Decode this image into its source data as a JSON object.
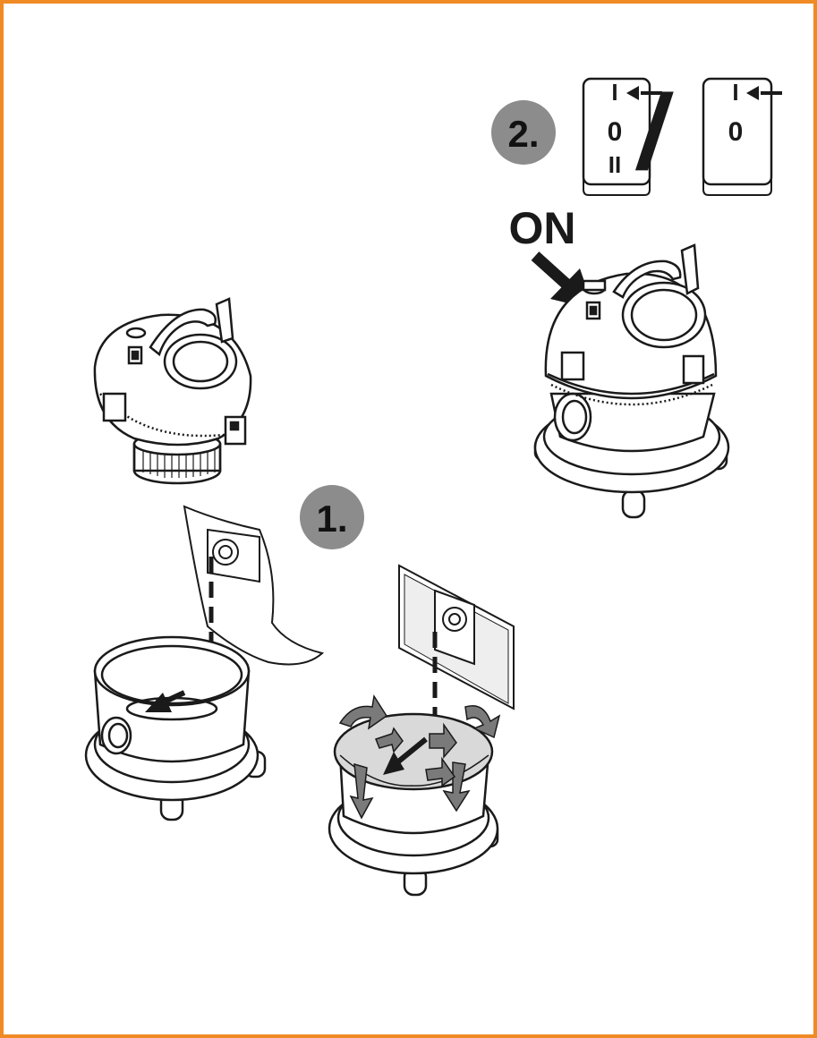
{
  "colors": {
    "border": "#f08a24",
    "step_badge": "#8c8c8c",
    "ink": "#1a1a1a",
    "grey_arrow": "#7a7a7a",
    "bag_fill": "#d9d9d9"
  },
  "step1": {
    "label": "1."
  },
  "step2": {
    "label": "2."
  },
  "on_label": "ON",
  "switch_a": {
    "top": "I",
    "middle": "0",
    "bottom": "II"
  },
  "switch_b": {
    "top": "I",
    "middle": "0"
  },
  "switch_separator": "/",
  "icons": [
    "arrow-icon",
    "switch-icon",
    "vacuum-head-icon",
    "vacuum-tank-icon",
    "filter-bag-icon"
  ]
}
